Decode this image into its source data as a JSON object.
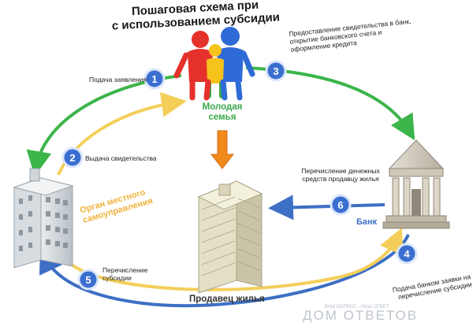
{
  "title": {
    "line1": "Пошаговая схема при",
    "line2": "с использованием субсидии"
  },
  "nodes": {
    "family": "Молодая семья",
    "bank": "Банк",
    "seller": "Продавец жилья",
    "authority": "Орган местного самоуправления"
  },
  "steps": [
    {
      "num": "1",
      "label": "Подача заявления"
    },
    {
      "num": "2",
      "label": "Выдача свидетельства"
    },
    {
      "num": "3",
      "label": "Предоставление свидетельства в банк, открытие банковского счета и оформление кредита"
    },
    {
      "num": "4",
      "label": "Подача банком заявки на перечисление субсидии"
    },
    {
      "num": "5",
      "label": "Перечисление субсидии"
    },
    {
      "num": "6",
      "label": "Перечисление денежных средств продавцу жилья"
    }
  ],
  "watermark": {
    "tagline": "ВАШ ВОПРОС - НАШ ОТВЕТ",
    "brand": "ДОМ ОТВЕТОВ"
  },
  "colors": {
    "green": "#3cb54a",
    "yellow": "#f3cf5a",
    "blue": "#3d6fc4",
    "badge": "#3b6fcf",
    "orange": "#f08a1c",
    "red_person": "#e5312b",
    "blue_person": "#2f6bd6",
    "yellow_person": "#f6c21c",
    "green_person": "#3aa84a"
  }
}
